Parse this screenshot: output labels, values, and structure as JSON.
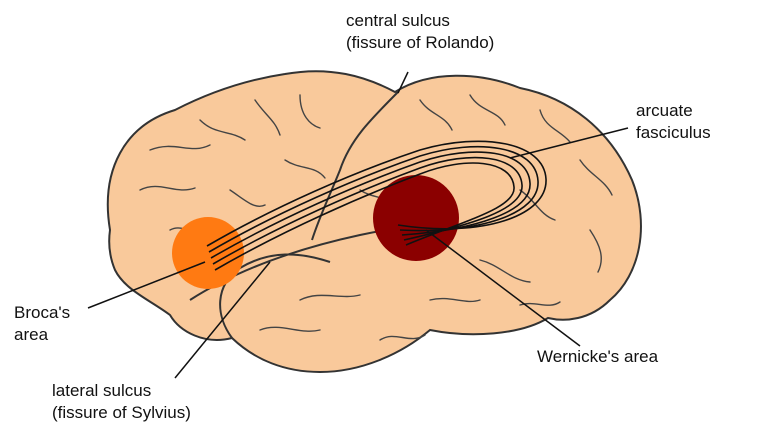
{
  "labels": {
    "central_sulcus": {
      "line1": "central sulcus",
      "line2": "(fissure of Rolando)"
    },
    "arcuate_fasciculus": {
      "line1": "arcuate",
      "line2": "fasciculus"
    },
    "brocas_area": {
      "line1": "Broca's",
      "line2": "area"
    },
    "wernickes_area": {
      "line1": "Wernicke's area"
    },
    "lateral_sulcus": {
      "line1": "lateral sulcus",
      "line2": "(fissure of Sylvius)"
    }
  },
  "colors": {
    "brain_fill": "#f9c99b",
    "outline": "#333333",
    "broca_fill": "#ff7a12",
    "wernicke_fill": "#8b0000",
    "background": "#ffffff"
  }
}
